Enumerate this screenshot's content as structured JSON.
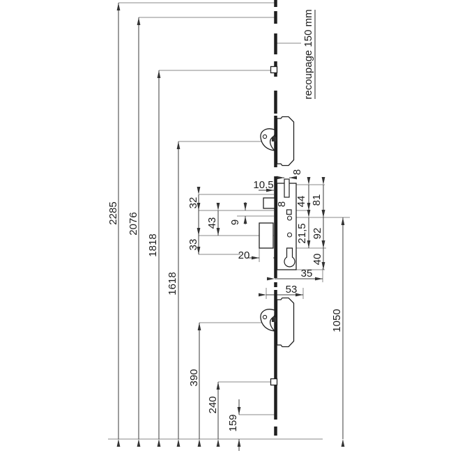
{
  "drawing": {
    "annotation": "recoupage 150 mm",
    "dims": {
      "d2285": "2285",
      "d2076": "2076",
      "d1818": "1818",
      "d1618": "1618",
      "d390": "390",
      "d240": "240",
      "d159": "159",
      "d1050": "1050",
      "d32": "32",
      "d33": "33",
      "d43": "43",
      "d9": "9",
      "d8_slot": "8",
      "d8_follower": "8",
      "d10_5": "10.5",
      "d20": "20",
      "d35": "35",
      "d53": "53",
      "d44": "44",
      "d81": "81",
      "d21_5": "21,5",
      "d92": "92",
      "d40": "40"
    },
    "colors": {
      "line": "#555555",
      "solid": "#1f1f1f",
      "text": "#1c1c1c",
      "background": "#ffffff"
    }
  }
}
